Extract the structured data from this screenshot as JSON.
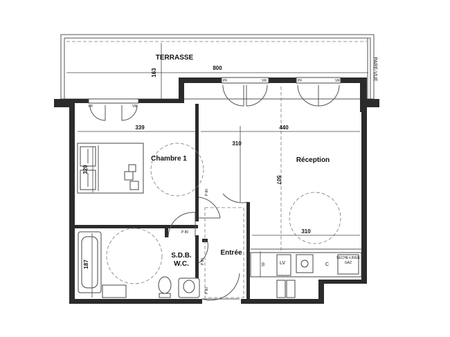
{
  "rooms": {
    "terrasse": "TERRASSE",
    "chambre": "Chambre 1",
    "reception": "Réception",
    "sdb_line1": "S.D.B.",
    "sdb_line2": "W.C.",
    "entree": "Entrée"
  },
  "labels": {
    "pare_vue": "PARE-VUE",
    "pf_1": "PF",
    "pf_2": "PF",
    "pf_3": "PF",
    "vr_1": "VR",
    "vr_2": "VR",
    "vr_3": "VR",
    "p80_1": "P 80",
    "p80_2": "P 80",
    "p80_3": "P 80",
    "p80_4": "P 80",
    "lv": "LV",
    "c": "C",
    "seche": "SÈCHE-LINGE",
    "oaz": "GAZ"
  },
  "dimensions": {
    "d800": "800",
    "d163": "163",
    "d339": "339",
    "d440": "440",
    "d320": "320",
    "d310_v": "310",
    "d507": "507",
    "d310_h": "310",
    "d187": "187",
    "d59": "59"
  }
}
